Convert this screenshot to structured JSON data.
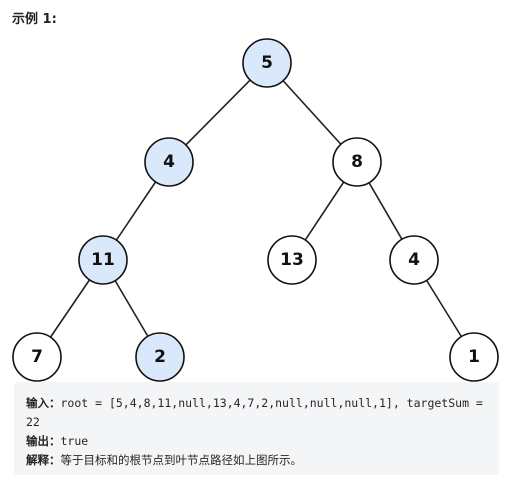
{
  "heading": "示例 1:",
  "colors": {
    "highlight_fill": "#dae8fc",
    "normal_fill": "#ffffff",
    "stroke": "#111111",
    "box_bg": "#f4f5f7"
  },
  "tree": {
    "nodes": [
      {
        "id": "n5",
        "label": "5",
        "highlighted": true
      },
      {
        "id": "n4a",
        "label": "4",
        "highlighted": true
      },
      {
        "id": "n8",
        "label": "8",
        "highlighted": false
      },
      {
        "id": "n11",
        "label": "11",
        "highlighted": true
      },
      {
        "id": "n13",
        "label": "13",
        "highlighted": false
      },
      {
        "id": "n4b",
        "label": "4",
        "highlighted": false
      },
      {
        "id": "n7",
        "label": "7",
        "highlighted": false
      },
      {
        "id": "n2",
        "label": "2",
        "highlighted": true
      },
      {
        "id": "n1",
        "label": "1",
        "highlighted": false
      }
    ],
    "edges": [
      [
        "n5",
        "n4a"
      ],
      [
        "n5",
        "n8"
      ],
      [
        "n4a",
        "n11"
      ],
      [
        "n8",
        "n13"
      ],
      [
        "n8",
        "n4b"
      ],
      [
        "n11",
        "n7"
      ],
      [
        "n11",
        "n2"
      ],
      [
        "n4b",
        "n1"
      ]
    ]
  },
  "example": {
    "input_label": "输入：",
    "input_value": "root = [5,4,8,11,null,13,4,7,2,null,null,null,1], targetSum = 22",
    "output_label": "输出：",
    "output_value": "true",
    "explain_label": "解释：",
    "explain_value": "等于目标和的根节点到叶节点路径如上图所示。"
  }
}
